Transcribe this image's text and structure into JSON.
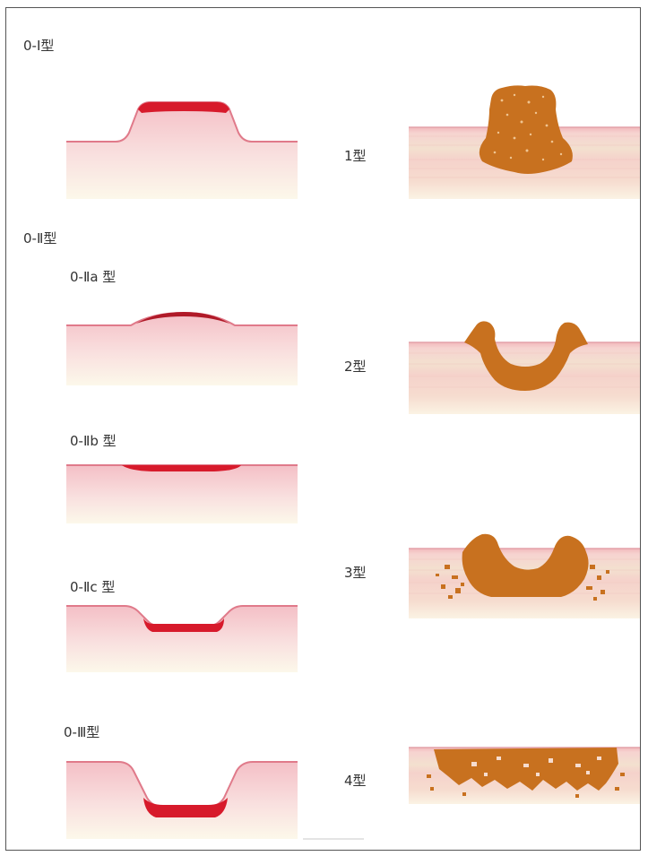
{
  "labels": {
    "type_0_I": "0-Ⅰ型",
    "type_0_II": "0-Ⅱ型",
    "type_0_IIa": "0-Ⅱa 型",
    "type_0_IIb": "0-Ⅱb 型",
    "type_0_IIc": "0-Ⅱc 型",
    "type_0_III": "0-Ⅲ型",
    "type_1": "1型",
    "type_2": "2型",
    "type_3": "3型",
    "type_4": "4型"
  },
  "colors": {
    "mucosa_line": "#e07a8a",
    "mucosa_fill_top": "#f6c9cf",
    "mucosa_fill_bottom": "#fbf6e6",
    "lesion_red": "#d71a2b",
    "tumor_orange": "#c8711f",
    "layer_pink": "#f4c8c2",
    "layer_cream": "#f7e6cc"
  }
}
